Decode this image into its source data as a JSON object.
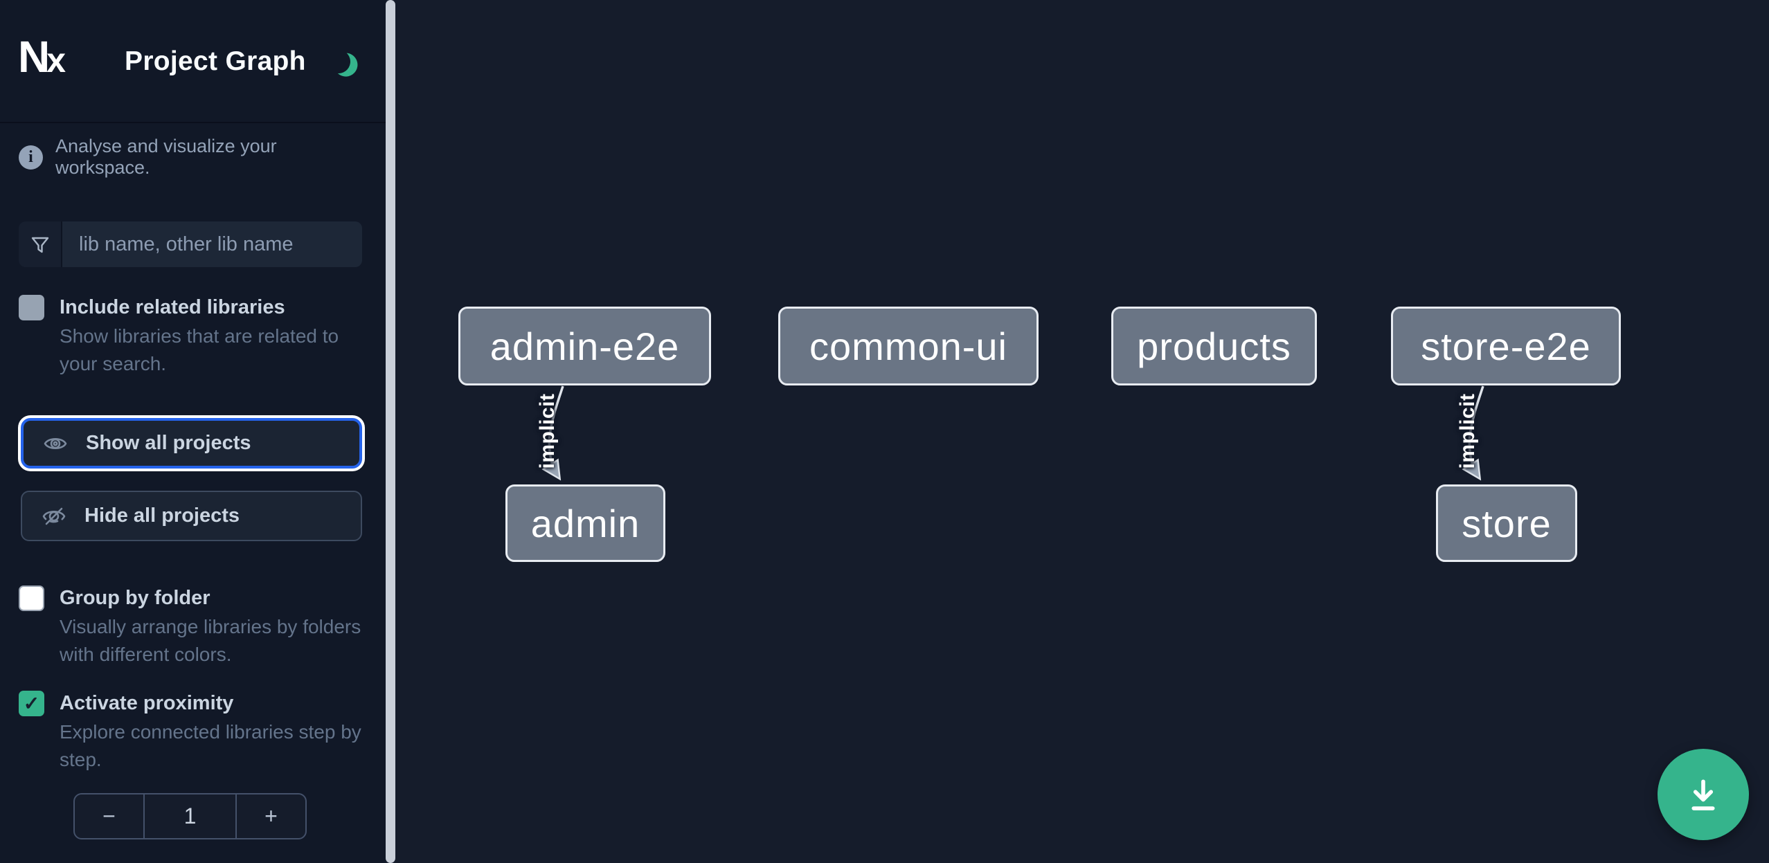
{
  "header": {
    "app_name": "Nx",
    "title": "Project Graph",
    "theme_icon": "moon-icon"
  },
  "sidebar": {
    "info_text": "Analyse and visualize your workspace.",
    "search": {
      "placeholder": "lib name, other lib name",
      "value": "",
      "icon": "filter-funnel-icon"
    },
    "toggles": [
      {
        "label": "Include related libraries",
        "description": "Show libraries that are related to your search.",
        "checked": false
      },
      {
        "label": "Group by folder",
        "description": "Visually arrange libraries by folders with different colors.",
        "checked": false
      },
      {
        "label": "Activate proximity",
        "description": "Explore connected libraries step by step.",
        "checked": true,
        "checkmark": "✓"
      }
    ],
    "buttons": {
      "show_all": "Show all projects",
      "hide_all": "Hide all projects"
    },
    "stepper": {
      "decrement": "−",
      "value": "1",
      "increment": "+"
    }
  },
  "graph": {
    "nodes": [
      {
        "label": "admin-e2e"
      },
      {
        "label": "common-ui"
      },
      {
        "label": "products"
      },
      {
        "label": "store-e2e"
      },
      {
        "label": "admin"
      },
      {
        "label": "store"
      }
    ],
    "edges": [
      {
        "from": "admin-e2e",
        "to": "admin",
        "label": "implicit"
      },
      {
        "from": "store-e2e",
        "to": "store",
        "label": "implicit"
      }
    ]
  },
  "fab": {
    "icon": "download-icon"
  },
  "colors": {
    "accent_green": "#35b48c",
    "focus_blue": "#2563eb",
    "sidebar_bg": "#111827",
    "canvas_bg": "#151c2b",
    "node_fill": "#6a7585",
    "node_border": "#e8ecf2",
    "text_primary": "#cbd5e1",
    "text_muted": "#64748b"
  }
}
